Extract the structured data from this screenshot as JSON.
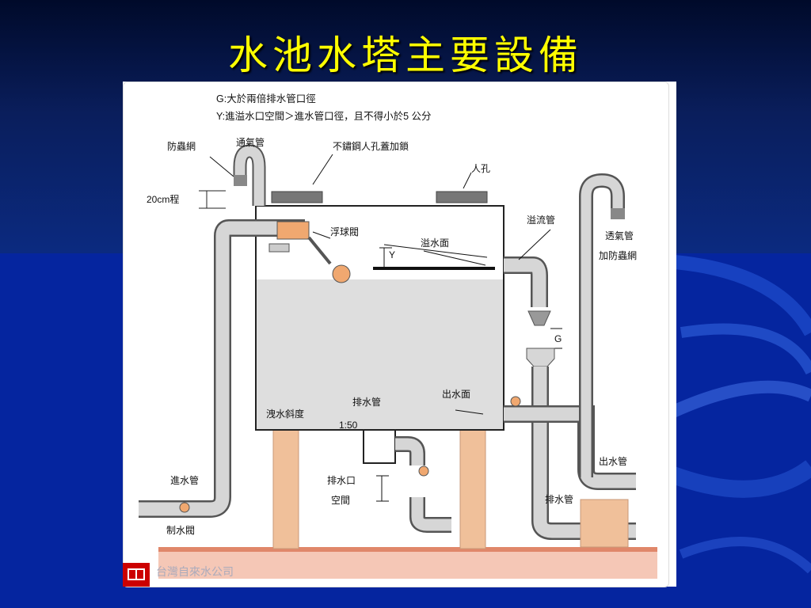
{
  "slide": {
    "title": "水池水塔主要設備"
  },
  "diagram": {
    "notes": {
      "g": "G:大於兩倍排水管口徑",
      "y": "Y:進溢水口空間＞進水管口徑，且不得小於5 公分"
    },
    "labels": {
      "insect_screen": "防蟲網",
      "vent_pipe": "通氣管",
      "height_20cm": "20cm程",
      "manhole_cover": "不鏽鋼人孔蓋加鎖",
      "manhole": "人孔",
      "overflow_pipe": "溢流管",
      "vent_with_screen_1": "透氣管",
      "vent_with_screen_2": "加防蟲網",
      "float_valve": "浮球閥",
      "overflow_level": "溢水面",
      "y_mark": "Y",
      "g_mark": "G",
      "slope_note": "洩水斜度",
      "drain_pipe_top": "排水管",
      "slope_ratio": "1:50",
      "outlet_level": "出水面",
      "drain_gap_1": "排水口",
      "drain_gap_2": "空間",
      "inlet_pipe": "進水管",
      "control_valve": "制水閥",
      "outlet_pipe": "出水管",
      "drain_pipe_bottom": "排水管"
    },
    "watermark": "台灣自來水公司"
  },
  "colors": {
    "title": "#ffff00",
    "pipe": "#d6d6d6",
    "pipe_edge": "#555555",
    "water": "#dedede",
    "support": "#f0c09a",
    "ground": "#e0876a",
    "valve": "#f0a870"
  }
}
